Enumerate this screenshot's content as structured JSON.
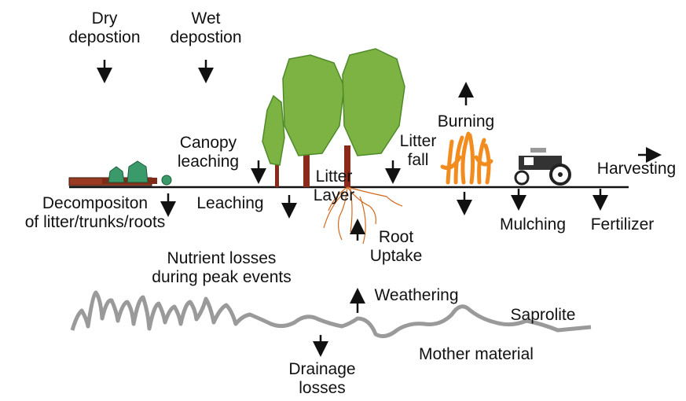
{
  "labels": {
    "dry_line1": "Dry",
    "dry_line2": "depostion",
    "wet_line1": "Wet",
    "wet_line2": "depostion",
    "canopy_line1": "Canopy",
    "canopy_line2": "leaching",
    "litter_layer_line1": "Litter",
    "litter_layer_line2": "Layer",
    "litter_fall_line1": "Litter",
    "litter_fall_line2": "fall",
    "burning": "Burning",
    "harvesting": "Harvesting",
    "decomposition_line1": "Decompositon",
    "decomposition_line2": "of litter/trunks/roots",
    "leaching": "Leaching",
    "root_uptake_line1": "Root",
    "root_uptake_line2": "Uptake",
    "mulching": "Mulching",
    "fertilizer": "Fertilizer",
    "nutrient_losses_line1": "Nutrient losses",
    "nutrient_losses_line2": "during peak events",
    "weathering": "Weathering",
    "saprolite": "Saprolite",
    "mother_material": "Mother material",
    "drainage_line1": "Drainage",
    "drainage_line2": "losses"
  },
  "colors": {
    "tree_foliage": "#7cb342",
    "tree_foliage_dark": "#4f8a2a",
    "trunk": "#8b2a1a",
    "flame": "#f28c1e",
    "root": "#d2691e",
    "bedrock_line": "#9a9a9a",
    "shrub": "#3a9a6a",
    "ground": "#111111"
  },
  "icons": [
    "down-arrow-icon",
    "up-arrow-icon",
    "right-arrow-icon",
    "tree-icon",
    "flame-icon",
    "tractor-icon",
    "log-icon",
    "shrub-icon",
    "roots-icon"
  ]
}
